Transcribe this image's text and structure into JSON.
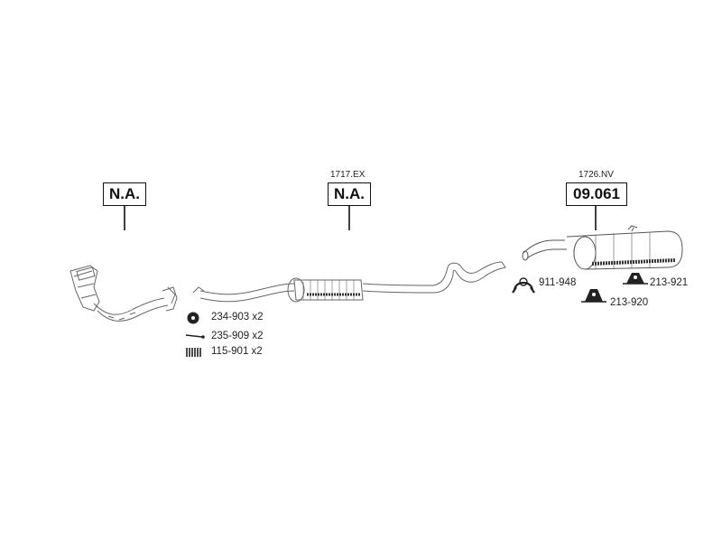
{
  "callouts": [
    {
      "code": "",
      "label": "N.A."
    },
    {
      "code": "1717.EX",
      "label": "N.A."
    },
    {
      "code": "1726.NV",
      "label": "09.061"
    }
  ],
  "hardware": [
    {
      "code": "234-903 x2",
      "icon": "gasket-ring-icon"
    },
    {
      "code": "235-909 x2",
      "icon": "bolt-icon"
    },
    {
      "code": "115-901 x2",
      "icon": "spring-icon"
    }
  ],
  "mounts": [
    {
      "code": "911-948",
      "icon": "pipe-clamp-icon"
    },
    {
      "code": "213-920",
      "icon": "rubber-mount-icon"
    },
    {
      "code": "213-921",
      "icon": "rubber-mount-icon"
    }
  ],
  "colors": {
    "line": "#555555",
    "fill": "#4a4a4a",
    "box_border": "#111111"
  }
}
